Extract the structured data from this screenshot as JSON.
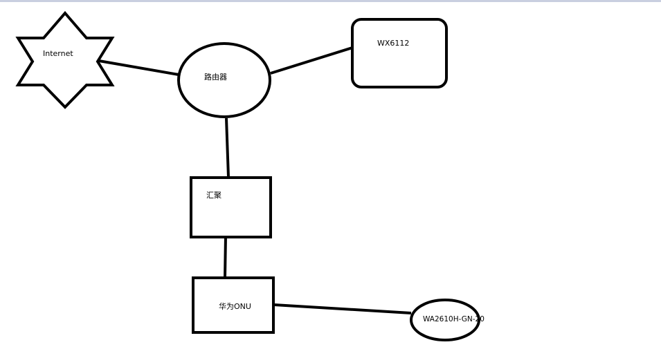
{
  "diagram": {
    "nodes": {
      "internet": "Internet",
      "router": "路由器",
      "wx6112": "WX6112",
      "aggregation": "汇聚",
      "huawei_onu": "华为ONU",
      "wa2610": "WA2610H-GN-20"
    },
    "edges": [
      [
        "internet",
        "router"
      ],
      [
        "router",
        "wx6112"
      ],
      [
        "router",
        "aggregation"
      ],
      [
        "aggregation",
        "huawei_onu"
      ],
      [
        "huawei_onu",
        "wa2610"
      ]
    ]
  }
}
